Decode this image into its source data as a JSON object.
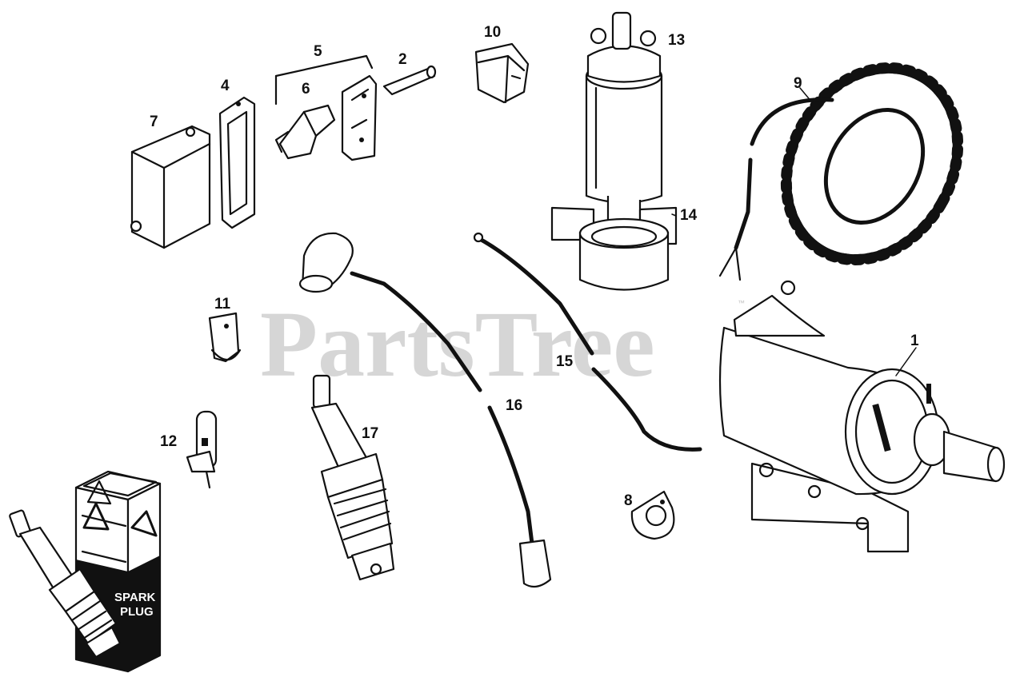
{
  "watermark": {
    "text": "PartsTree",
    "trademark": "™"
  },
  "callouts": [
    {
      "id": "1",
      "text": "1"
    },
    {
      "id": "2",
      "text": "2"
    },
    {
      "id": "4",
      "text": "4"
    },
    {
      "id": "5",
      "text": "5"
    },
    {
      "id": "6",
      "text": "6"
    },
    {
      "id": "7",
      "text": "7"
    },
    {
      "id": "8",
      "text": "8"
    },
    {
      "id": "9",
      "text": "9"
    },
    {
      "id": "10",
      "text": "10"
    },
    {
      "id": "11",
      "text": "11"
    },
    {
      "id": "12",
      "text": "12"
    },
    {
      "id": "13",
      "text": "13"
    },
    {
      "id": "14",
      "text": "14"
    },
    {
      "id": "15",
      "text": "15"
    },
    {
      "id": "16",
      "text": "16"
    },
    {
      "id": "17",
      "text": "17"
    }
  ],
  "package": {
    "line1": "SPARK",
    "line2": "PLUG"
  },
  "colors": {
    "ink": "#111111",
    "background": "#ffffff",
    "watermark": "#c8c8c8"
  }
}
